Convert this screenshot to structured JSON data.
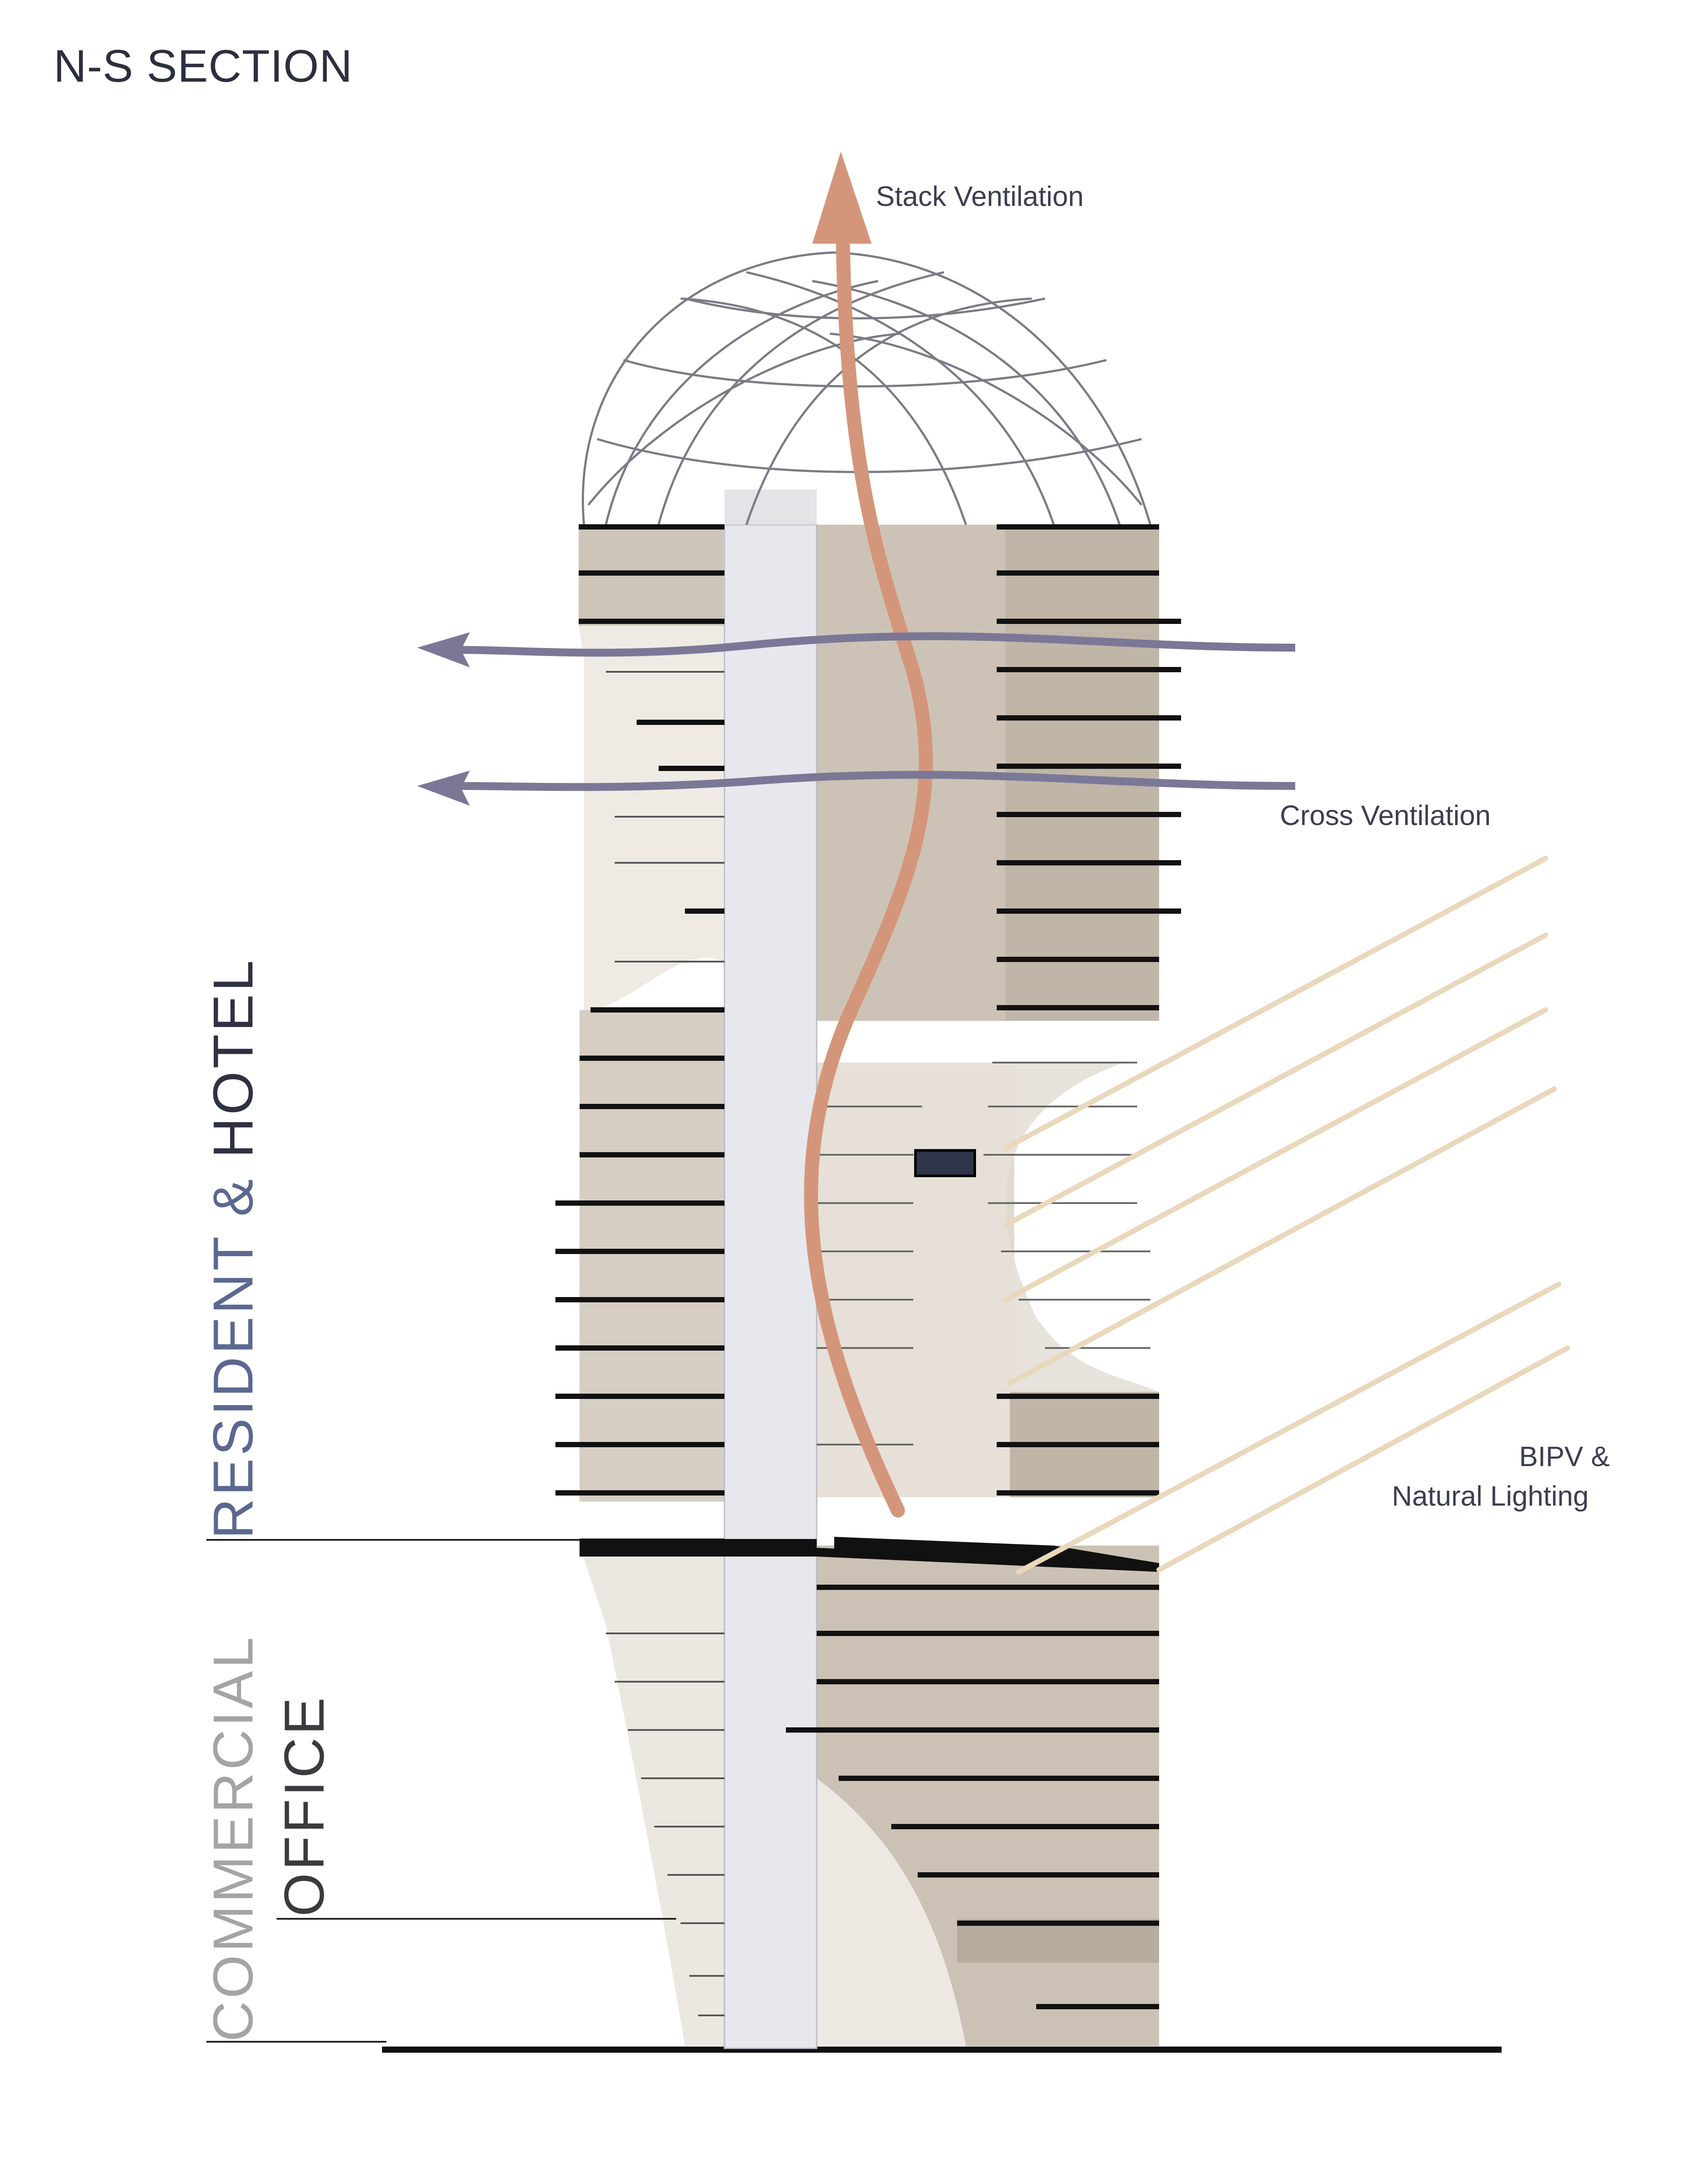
{
  "title": "N-S SECTION",
  "annotations": {
    "stack_ventilation": "Stack Ventilation",
    "cross_ventilation": "Cross Ventilation",
    "bipv_line1": "BIPV &",
    "bipv_line2": "Natural Lighting"
  },
  "zones": {
    "resident": "RESIDENT &",
    "hotel": "HOTEL",
    "commercial": "COMMERCIAL",
    "office": "OFFICE"
  },
  "colors": {
    "stack_arrow": "#d4967a",
    "cross_arrow": "#7a7896",
    "sun_rays": "#ead8bd",
    "glass_dark": "#c8beb0",
    "glass_light": "#ebe6df",
    "core": "#e8eaf0",
    "slab": "#111111",
    "resident_text": "#5b6890",
    "hotel_text": "#2d3142",
    "commercial_text": "#a4a4a8",
    "office_text": "#3a3a40"
  }
}
